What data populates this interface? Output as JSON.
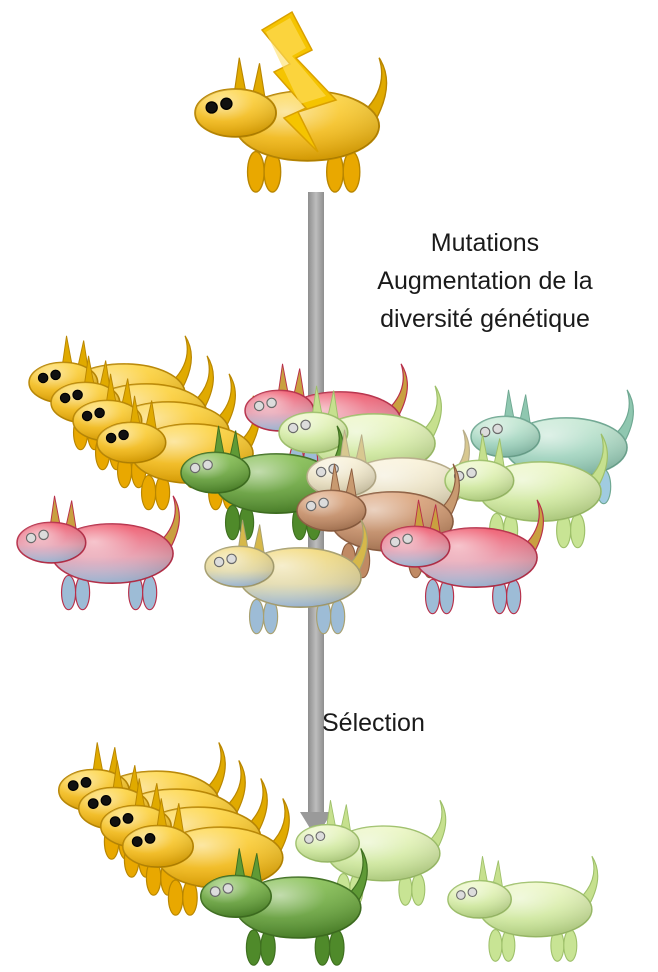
{
  "labels": {
    "mutation_lines": [
      "Mutations",
      "Augmentation de la",
      "diversité génétique"
    ],
    "selection": "Sélection"
  },
  "colors": {
    "arrow": "#a6a6a6",
    "lightning": "#f3c200",
    "yellow": "#f4c20a",
    "dark_green": "#6aa63c",
    "pale_green": "#d6eca4",
    "teal": "#a9d7bf",
    "red": "#e0485a",
    "cream": "#f0e6c6",
    "tan": "#cf9770",
    "leg_blue": "#8fb3cc"
  },
  "populations": {
    "ancestor": [
      {
        "variant": "yellow"
      }
    ],
    "mutated": [
      {
        "variant": "yellow"
      },
      {
        "variant": "yellow"
      },
      {
        "variant": "yellow"
      },
      {
        "variant": "yellow"
      },
      {
        "variant": "red"
      },
      {
        "variant": "teal"
      },
      {
        "variant": "pale_green"
      },
      {
        "variant": "dark_green"
      },
      {
        "variant": "cream"
      },
      {
        "variant": "pale_green"
      },
      {
        "variant": "tan"
      },
      {
        "variant": "red"
      },
      {
        "variant": "yellow_blue"
      },
      {
        "variant": "red"
      }
    ],
    "selected": [
      {
        "variant": "yellow"
      },
      {
        "variant": "yellow"
      },
      {
        "variant": "yellow"
      },
      {
        "variant": "yellow"
      },
      {
        "variant": "pale_green"
      },
      {
        "variant": "dark_green"
      },
      {
        "variant": "pale_green"
      }
    ]
  }
}
